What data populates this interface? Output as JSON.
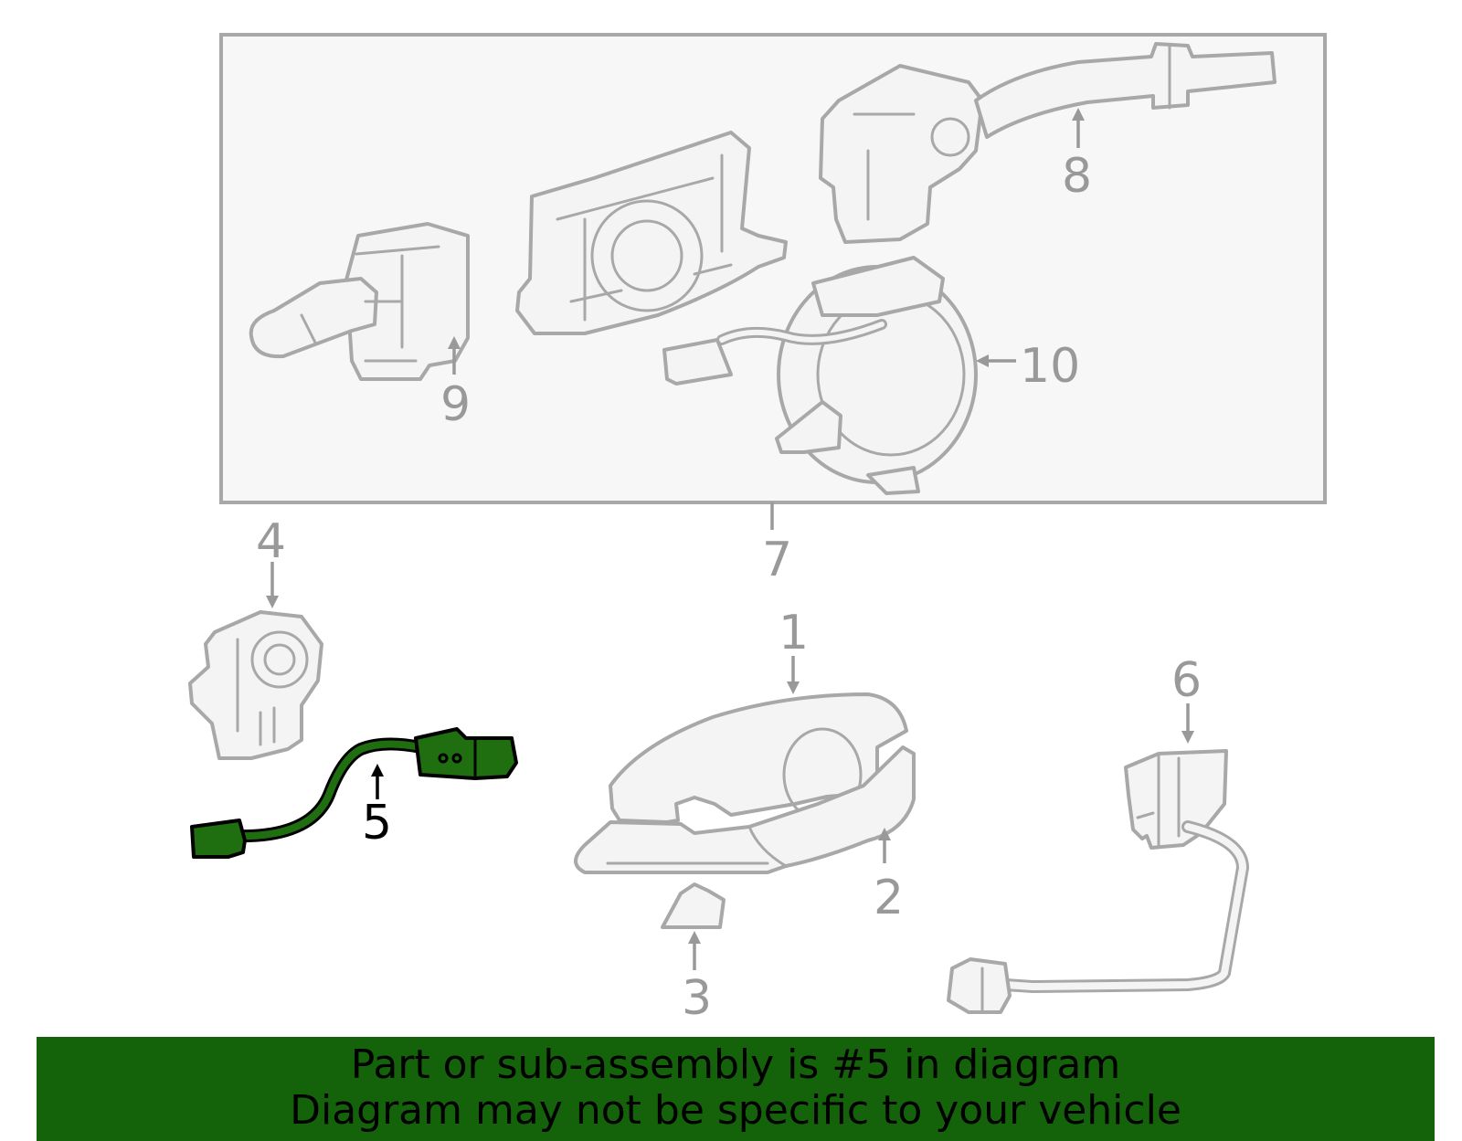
{
  "callouts": {
    "c1": "1",
    "c2": "2",
    "c3": "3",
    "c4": "4",
    "c5": "5",
    "c6": "6",
    "c7": "7",
    "c8": "8",
    "c9": "9",
    "c10": "10"
  },
  "highlighted_part": "5",
  "colors": {
    "highlight_fill": "#1f6e0f",
    "banner_bg": "#146209",
    "part_outline": "#a8a8a8",
    "callout_text": "#999999"
  },
  "banner": {
    "line1": "Part or sub-assembly is #5 in diagram",
    "line2": "Diagram may not be specific to your vehicle"
  }
}
